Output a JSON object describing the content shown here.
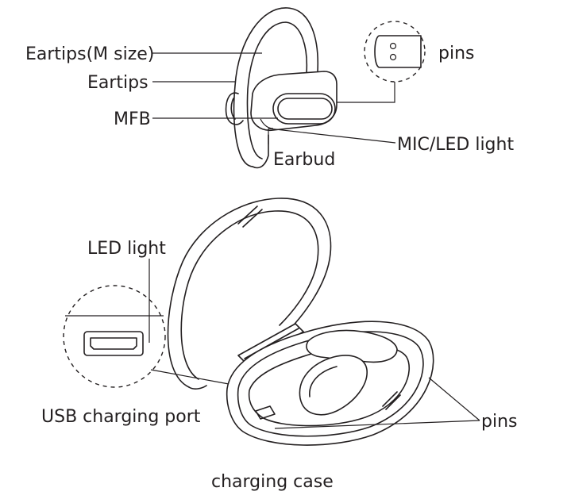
{
  "labels": {
    "eartips_m": "Eartips(M size)",
    "eartips": "Eartips",
    "mfb": "MFB",
    "earbud": "Earbud",
    "mic_led": "MIC/LED light",
    "pins_top": "pins",
    "led_light": "LED light",
    "usb_port": "USB charging port",
    "pins_bottom": "pins",
    "charging_case": "charging case"
  }
}
